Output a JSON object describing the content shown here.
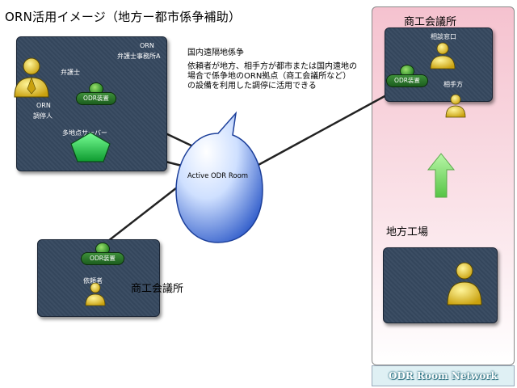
{
  "title": "ORN活用イメージ（地方ー都市係争補助）",
  "description": {
    "heading": "国内遠隔地係争",
    "body": "依頼者が地方、相手方が都市または国内遠地の場合で係争地のORN拠点（商工会議所など）の設備を利用した調停に活用できる"
  },
  "office_a": {
    "title_line1": "ORN",
    "title_line2": "弁護士事務所A",
    "lawyer_label": "弁護士",
    "mediator_line1": "ORN",
    "mediator_line2": "調停人",
    "odr_label": "ODR装置",
    "server_label": "多地点サーバー"
  },
  "cloud": {
    "label": "Active ODR Room"
  },
  "client_office": {
    "odr_label": "ODR装置",
    "person_label": "依頼者",
    "caption": "商工会議所"
  },
  "network": {
    "chamber_title": "商工会議所",
    "counter_label": "相談窓口",
    "odr_label": "ODR装置",
    "opponent_label": "相手方",
    "factory_label": "地方工場",
    "footer": "ODR Room Network"
  },
  "colors": {
    "panel": "#36485f",
    "person": "#e9cc2a",
    "arrow": "#8ee07a",
    "cloud": "#3f6fd6",
    "network_bg": "#f5c2cf"
  }
}
